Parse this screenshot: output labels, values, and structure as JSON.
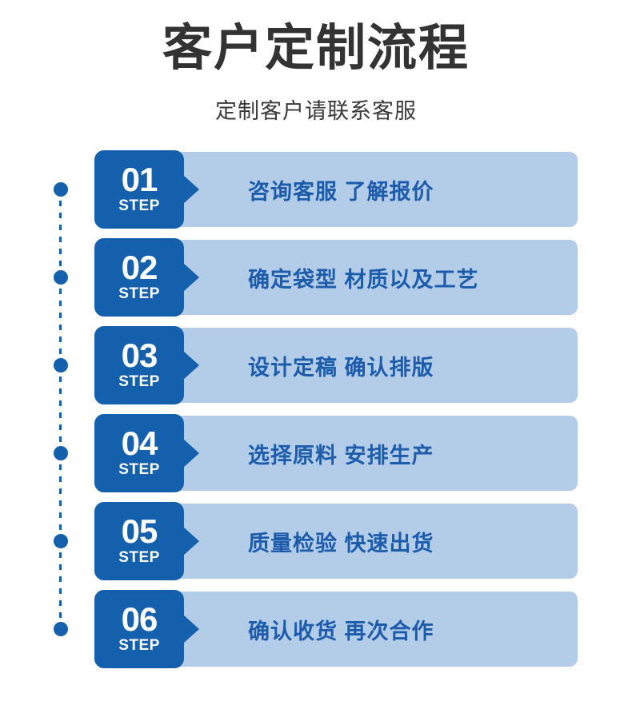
{
  "header": {
    "title": "客户定制流程",
    "subtitle": "定制客户请联系客服"
  },
  "colors": {
    "badge_blue": "#1560ac",
    "panel_blue": "#b3cce8",
    "panel_text_blue": "#1c5cab",
    "title_gray": "#333333",
    "subtitle_gray": "#3a3a3a",
    "background": "#ffffff"
  },
  "steps": [
    {
      "number": "01",
      "label": "STEP",
      "text": "咨询客服 了解报价"
    },
    {
      "number": "02",
      "label": "STEP",
      "text": "确定袋型 材质以及工艺"
    },
    {
      "number": "03",
      "label": "STEP",
      "text": "设计定稿 确认排版"
    },
    {
      "number": "04",
      "label": "STEP",
      "text": "选择原料 安排生产"
    },
    {
      "number": "05",
      "label": "STEP",
      "text": "质量检验 快速出货"
    },
    {
      "number": "06",
      "label": "STEP",
      "text": "确认收货 再次合作"
    }
  ]
}
